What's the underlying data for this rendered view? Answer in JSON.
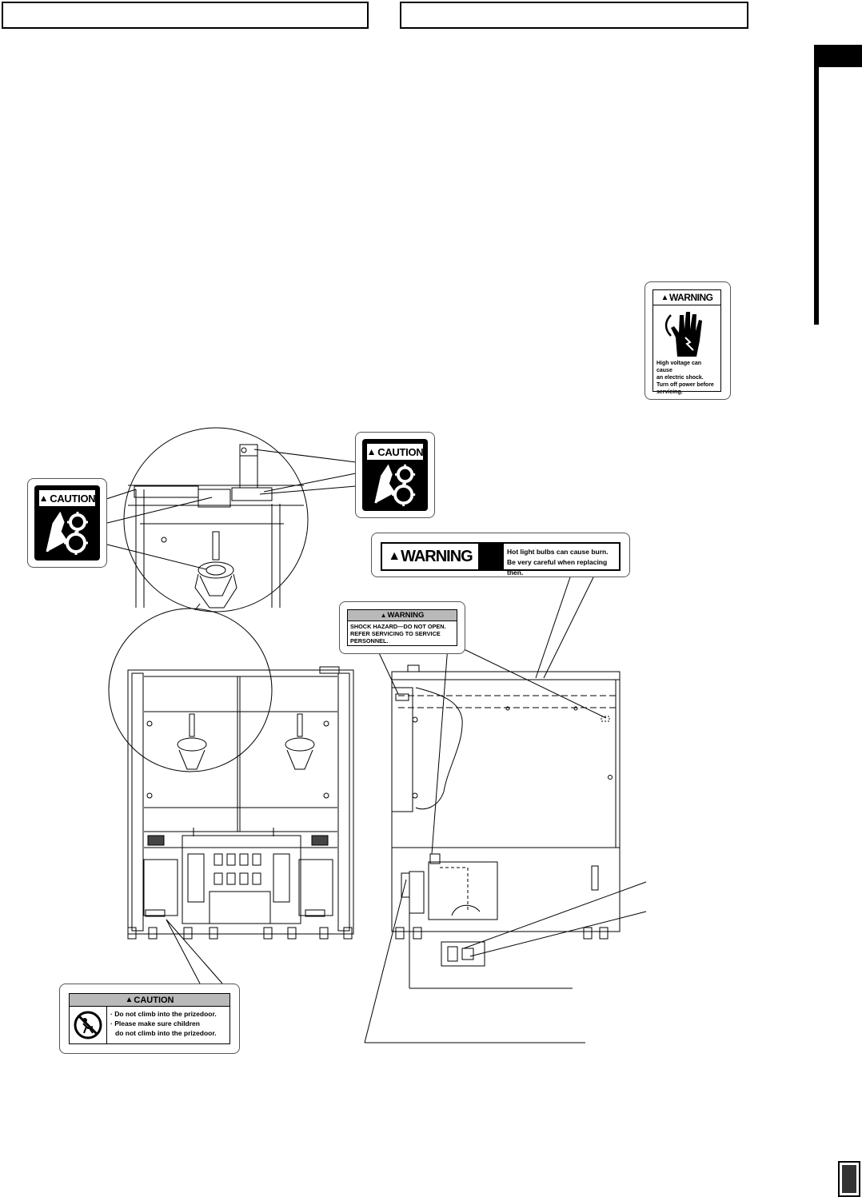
{
  "labels": {
    "caution_word": "CAUTION",
    "warning_word": "WARNING",
    "hot_bulb": {
      "line1": "Hot light bulbs can cause burn.",
      "line2": "Be very careful when replacing then."
    },
    "shock_hazard": {
      "title": "WARNING",
      "line1": "SHOCK HAZARD—DO NOT OPEN.",
      "line2": "REFER SERVICING TO SERVICE",
      "line3": "PERSONNEL."
    },
    "high_voltage": {
      "title": "WARNING",
      "line1": "High voltage can cause",
      "line2": "an electric shock.",
      "line3": "Turn off power before",
      "line4": "servicing."
    },
    "prize_door": {
      "title": "CAUTION",
      "line1": "· Do not climb into the prizedoor.",
      "line2": "· Please make sure children",
      "line3": "do not climb into the prizedoor."
    }
  },
  "icons": {
    "gear_hand": "hand-caught-in-gears-icon",
    "hot_bulb": "hot-surface-hand-icon",
    "electric": "electric-shock-hand-icon",
    "no_climb": "no-climbing-child-icon",
    "warning_triangle": "warning-triangle-icon"
  }
}
